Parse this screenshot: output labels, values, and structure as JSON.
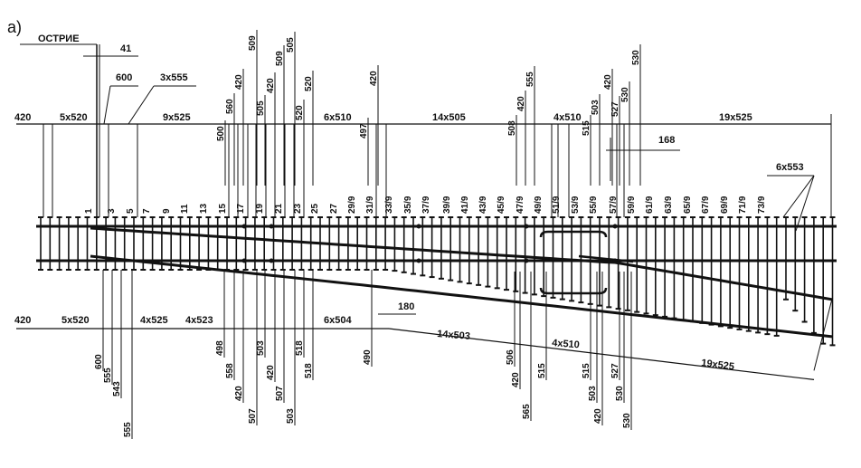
{
  "figure_label": "а)",
  "tip_label": "ОСТРИЕ",
  "top_horizontal": [
    "420",
    "5x520",
    "9x525",
    "6x510",
    "14x505",
    "4x510",
    "19x525"
  ],
  "top_leaders": [
    "41",
    "600",
    "3x555",
    "168",
    "6x553"
  ],
  "top_vertical": [
    "500",
    "560",
    "420",
    "509",
    "505",
    "420",
    "509",
    "505",
    "520",
    "520",
    "497",
    "420",
    "508",
    "420",
    "555",
    "515",
    "503",
    "420",
    "527",
    "530",
    "530"
  ],
  "sleeper_numbers": [
    "1",
    "3",
    "5",
    "7",
    "9",
    "11",
    "13",
    "15",
    "17",
    "19",
    "21",
    "23",
    "25",
    "27",
    "29/9",
    "31/9",
    "33/9",
    "35/9",
    "37/9",
    "39/9",
    "41/9",
    "43/9",
    "45/9",
    "47/9",
    "49/9",
    "51/9",
    "53/9",
    "55/9",
    "57/9",
    "59/9",
    "61/9",
    "63/9",
    "65/9",
    "67/9",
    "69/9",
    "71/9",
    "73/9"
  ],
  "bottom_horizontal": [
    "420",
    "5x520",
    "4x525",
    "4x523",
    "6x504",
    "180",
    "14x503",
    "4x510",
    "19x525"
  ],
  "bottom_vertical": [
    "600",
    "555",
    "543",
    "555",
    "498",
    "558",
    "420",
    "507",
    "503",
    "420",
    "507",
    "503",
    "518",
    "518",
    "490",
    "506",
    "420",
    "565",
    "515",
    "515",
    "503",
    "420",
    "527",
    "530",
    "530"
  ],
  "colors": {
    "ink": "#111111",
    "paper": "#ffffff"
  }
}
